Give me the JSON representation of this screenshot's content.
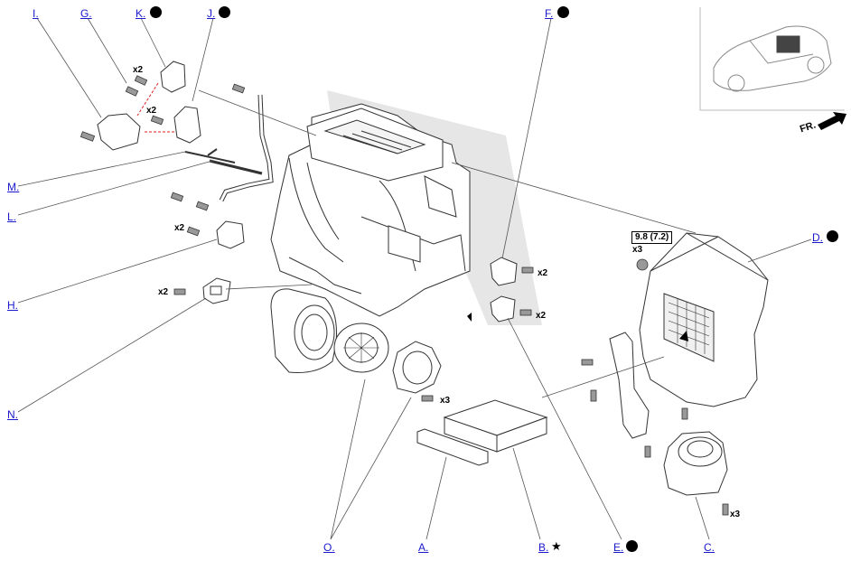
{
  "callouts": {
    "I": "I.",
    "G": "G.",
    "K": "K.",
    "J": "J.",
    "F": "F.",
    "M": "M.",
    "L": "L.",
    "H": "H.",
    "N": "N.",
    "D": "D.",
    "O": "O.",
    "A": "A.",
    "B": "B.",
    "E": "E.",
    "C": "C."
  },
  "quantities": {
    "g_bolts": "x2",
    "k_bolts": "x2",
    "h_bolts": "x2",
    "n_bolts": "x2",
    "f_bolts": "x2",
    "e_bolts": "x2",
    "motor_bolts": "x3",
    "d_bolts": "x3",
    "blower_bolts": "x3"
  },
  "torque_spec": "9.8 (7.2)",
  "front_indicator": "FR.",
  "markers": {
    "dot": "black-dot-icon",
    "star": "star-icon"
  }
}
